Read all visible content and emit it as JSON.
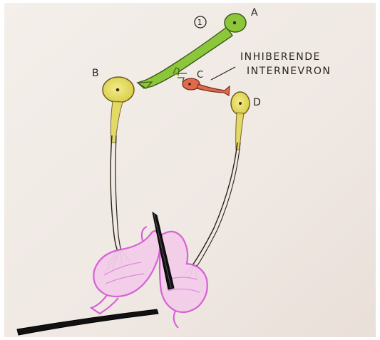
{
  "labels": {
    "a": "A",
    "b": "B",
    "c": "C",
    "d": "D",
    "circled": "1",
    "inhib_line1": "INHIBERENDE",
    "inhib_line2": "INTERNEVRON"
  },
  "colors": {
    "paper": "#efe9e4",
    "green_neuron": "#8cc63a",
    "yellow_neuron": "#e9e06a",
    "orange_neuron": "#e06a4a",
    "muscle_magenta": "#d65bd6",
    "ink": "#1c1a18"
  }
}
